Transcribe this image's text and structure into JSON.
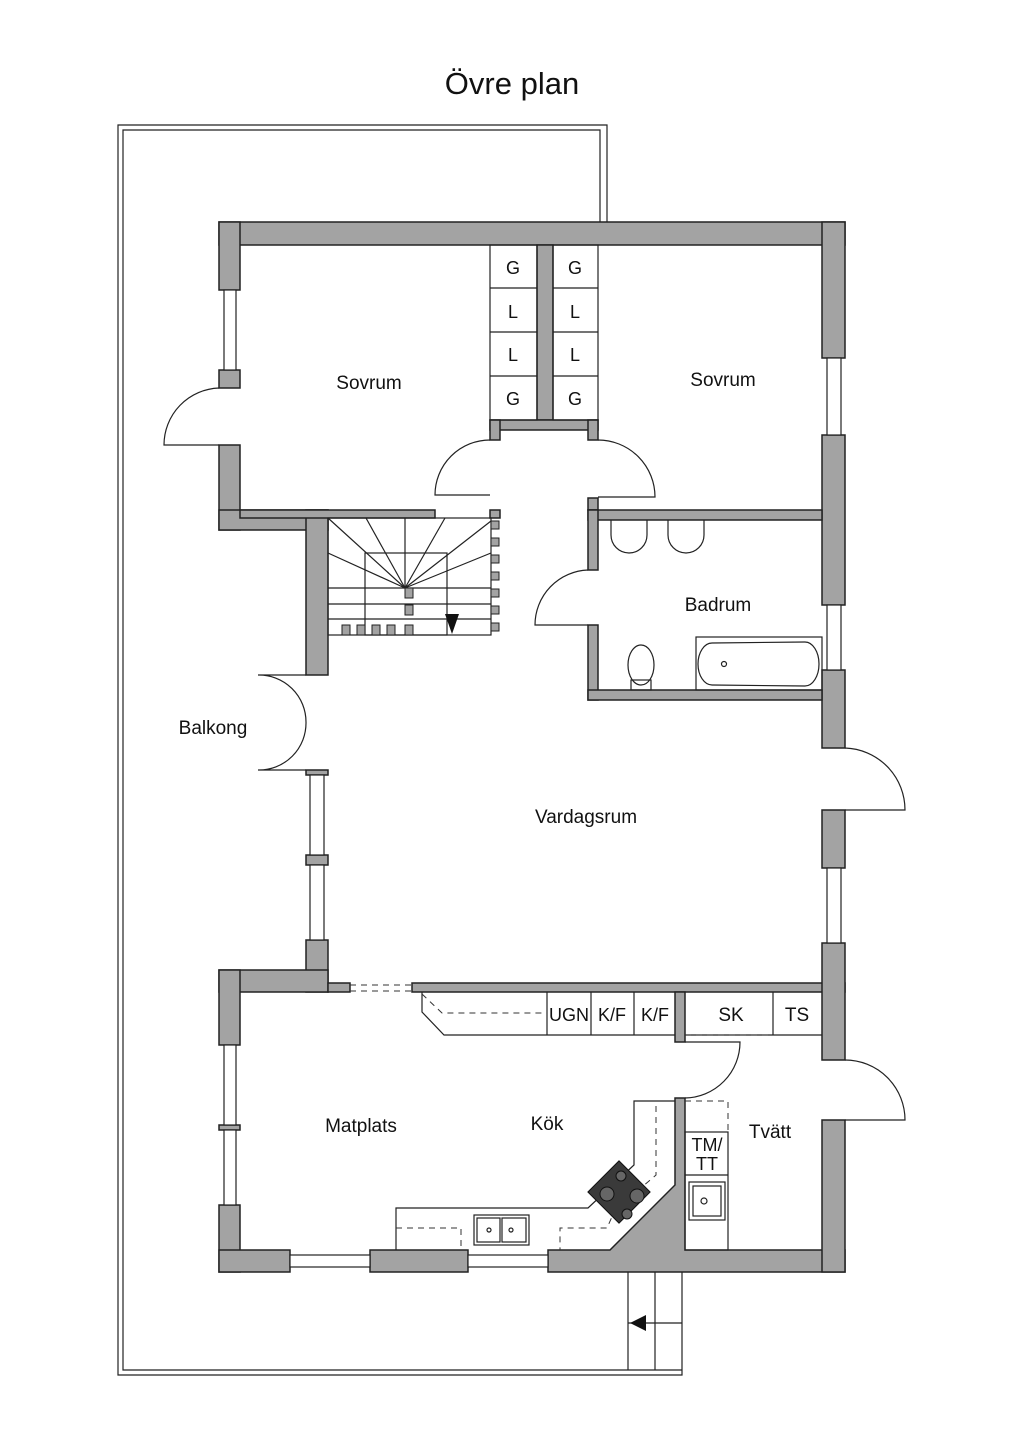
{
  "title": "Övre plan",
  "rooms": {
    "bedroom_left": "Sovrum",
    "bedroom_right": "Sovrum",
    "bathroom": "Badrum",
    "balcony": "Balkong",
    "living": "Vardagsrum",
    "dining": "Matplats",
    "kitchen": "Kök",
    "laundry": "Tvätt"
  },
  "wardrobes_left": [
    "G",
    "L",
    "L",
    "G"
  ],
  "wardrobes_right": [
    "G",
    "L",
    "L",
    "G"
  ],
  "kitchen_units": {
    "oven": "UGN",
    "fridge1": "K/F",
    "fridge2": "K/F",
    "cabinet": "SK",
    "dryer_cabinet": "TS",
    "washer_line1": "TM/",
    "washer_line2": "TT"
  }
}
